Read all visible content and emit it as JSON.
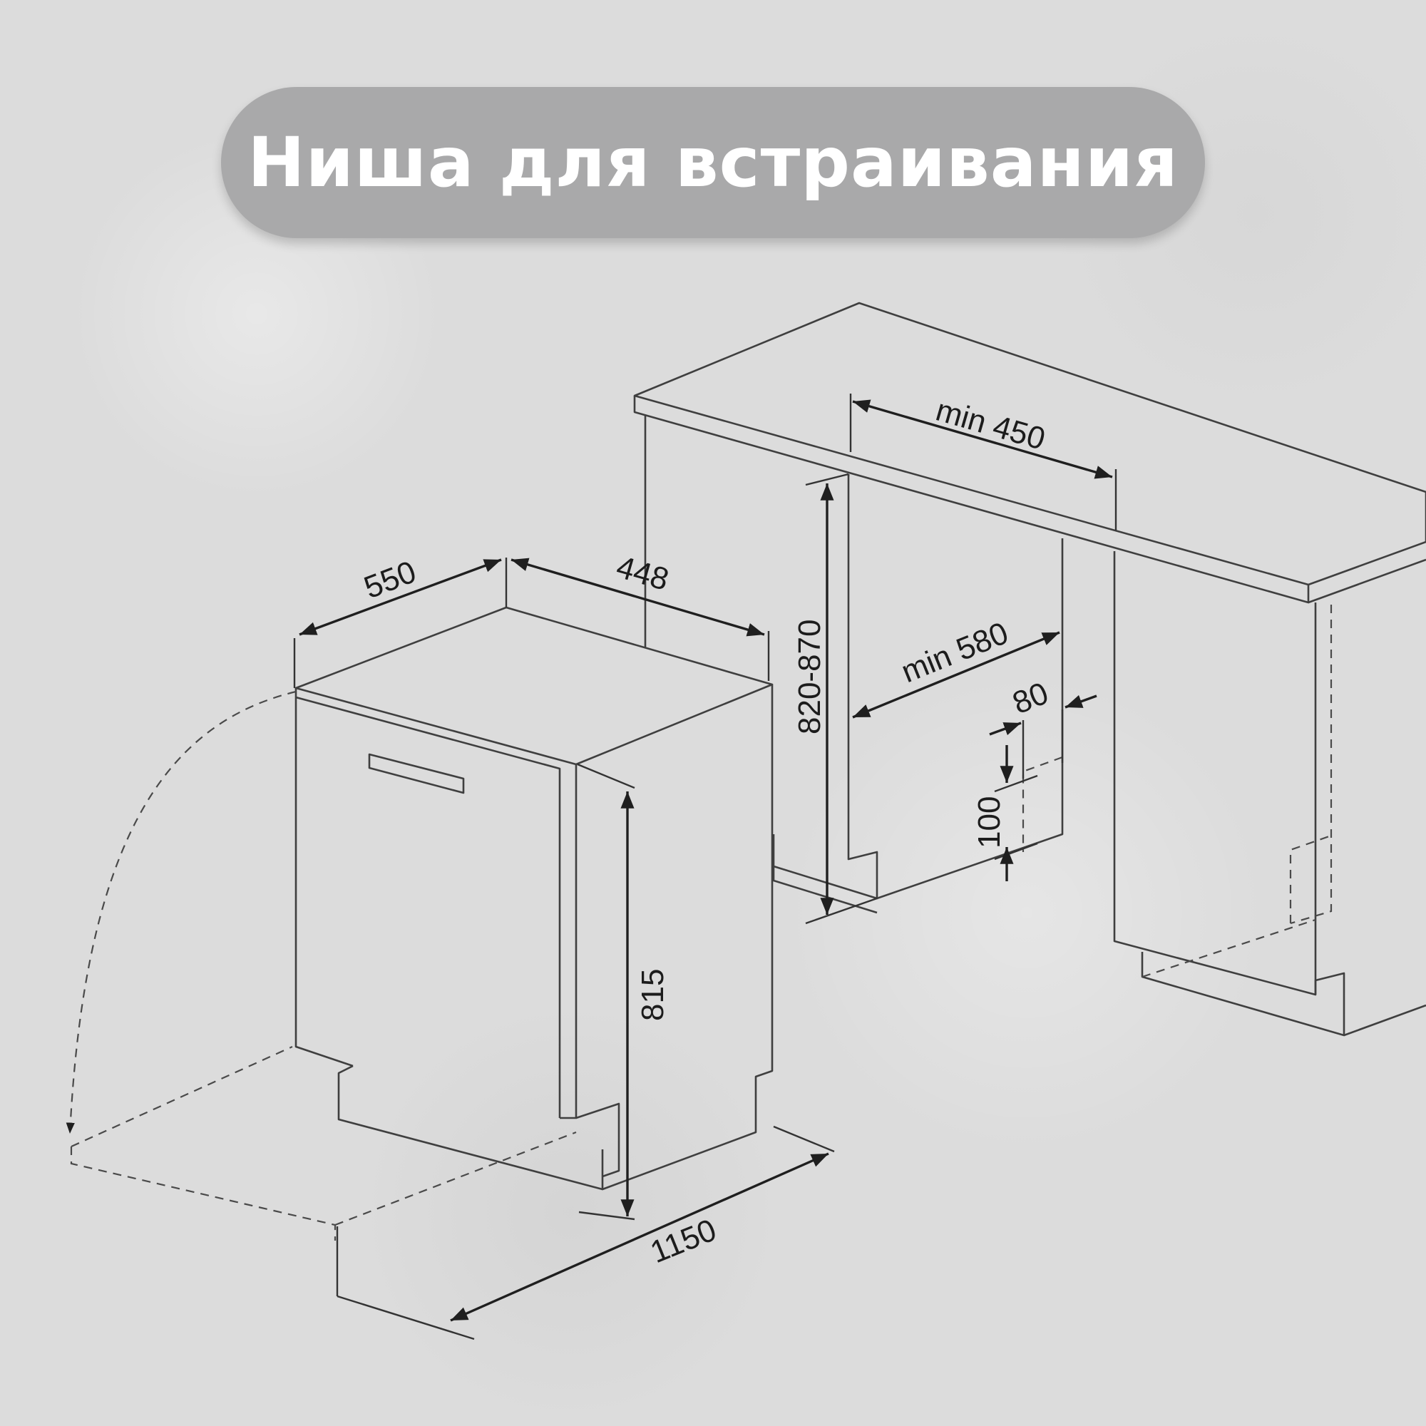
{
  "title": "Ниша для встраивания",
  "dimensions": {
    "depth": "550",
    "width": "448",
    "height": "815",
    "door_open_depth": "1150",
    "niche_width": "min 450",
    "niche_depth": "min 580",
    "niche_height": "820-870",
    "plinth_depth": "80",
    "plinth_height": "100"
  }
}
